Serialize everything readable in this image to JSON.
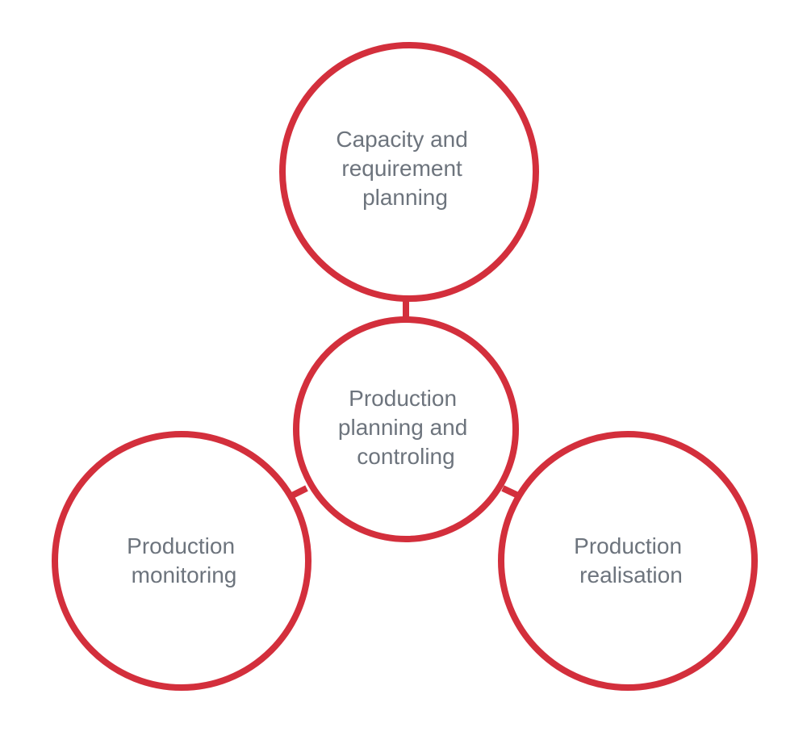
{
  "colors": {
    "ring": "#d32f3c",
    "text": "#6d747d",
    "background": "#ffffff"
  },
  "nodes": {
    "capacity": {
      "lines": [
        "Capacity and",
        "requirement",
        "planning"
      ]
    },
    "center": {
      "lines": [
        "Production",
        "planning and",
        "controling"
      ]
    },
    "monitoring": {
      "lines": [
        "Production",
        "monitoring"
      ]
    },
    "realisation": {
      "lines": [
        "Production",
        "realisation"
      ]
    }
  }
}
